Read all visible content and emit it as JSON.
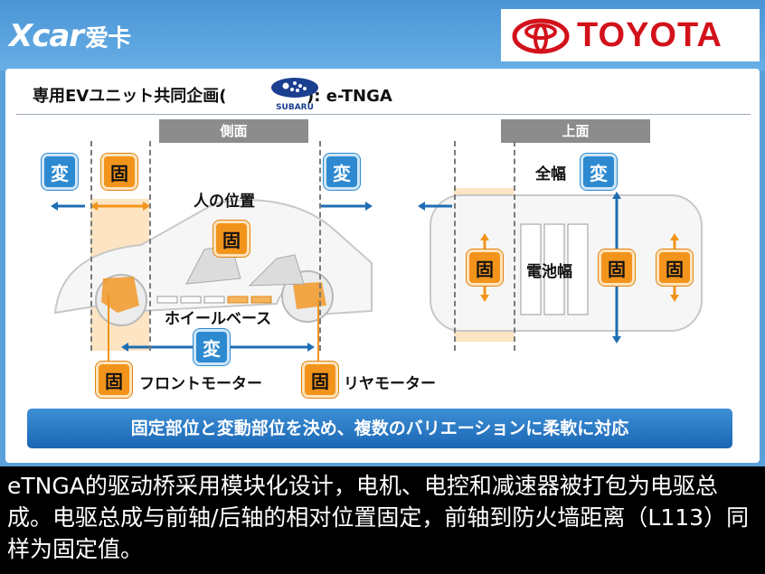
{
  "watermark": {
    "site": "Xcar",
    "site_cn": "爱卡"
  },
  "brand": {
    "name": "TOYOTA",
    "color": "#d2121b"
  },
  "slide": {
    "title": "専用EVユニット共同企画(",
    "title_close": "): e-TNGA",
    "partner_logo": "SUBARU",
    "side_view_tab": "側面",
    "top_view_tab": "上面",
    "variable_badge": "変",
    "fixed_badge": "固",
    "occupant_position": "人の位置",
    "wheelbase": "ホイールベース",
    "front_motor": "フロントモーター",
    "rear_motor": "リヤモーター",
    "full_width": "全幅",
    "battery_width": "電池幅",
    "banner": "固定部位と変動部位を決め、複数のバリエーションに柔軟に対応"
  },
  "caption": "eTNGA的驱动桥采用模块化设计，电机、电控和减速器被打包为电驱总成。电驱总成与前轴/后轴的相对位置固定，前轴到防火墙距离（L113）同样为固定值。",
  "colors": {
    "variable": "#2d8ad0",
    "fixed": "#f2941c",
    "banner": "#1b66b4"
  }
}
